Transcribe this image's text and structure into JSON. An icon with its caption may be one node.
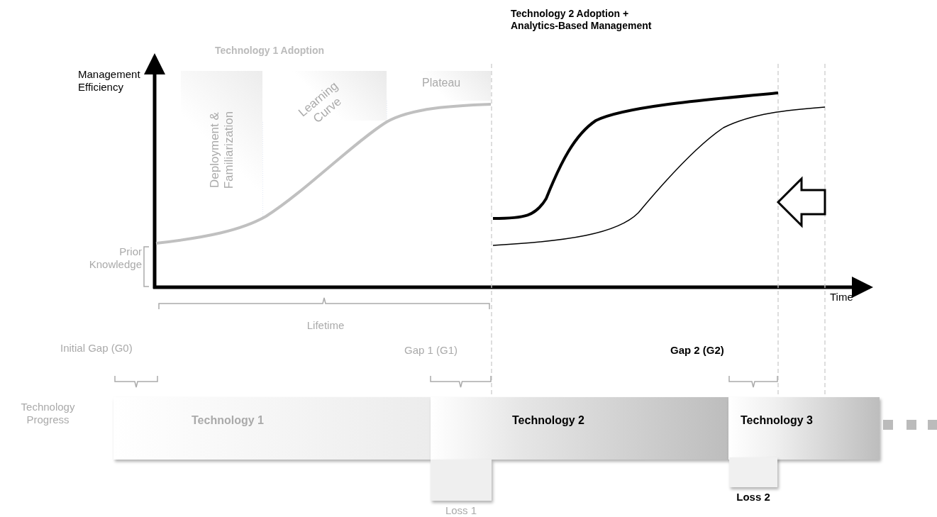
{
  "diagram": {
    "nodes": [
      {
        "text": [
          "Deployment & Familiarization"
        ]
      },
      {
        "text": [
          "Learning Curve"
        ]
      },
      {
        "text": [
          "Plateau"
        ]
      },
      {
        "text": [
          "Technology 1"
        ]
      },
      {
        "text": [
          "Technology 2"
        ]
      },
      {
        "text": [
          "Technology 3"
        ]
      },
      {
        "text": [
          "Loss 1"
        ]
      },
      {
        "text": [
          "Loss 2"
        ]
      }
    ],
    "labels": [
      "Technology 1 Adoption",
      "Technology 2 Adoption + Analytics-Based Management",
      "Management Efficiency",
      "Prior Knowledge",
      "Lifetime",
      "Time",
      "Initial Gap (G0)",
      "Gap 1 (G1)",
      "Gap 2 (G2)",
      "Technology Progress"
    ]
  }
}
